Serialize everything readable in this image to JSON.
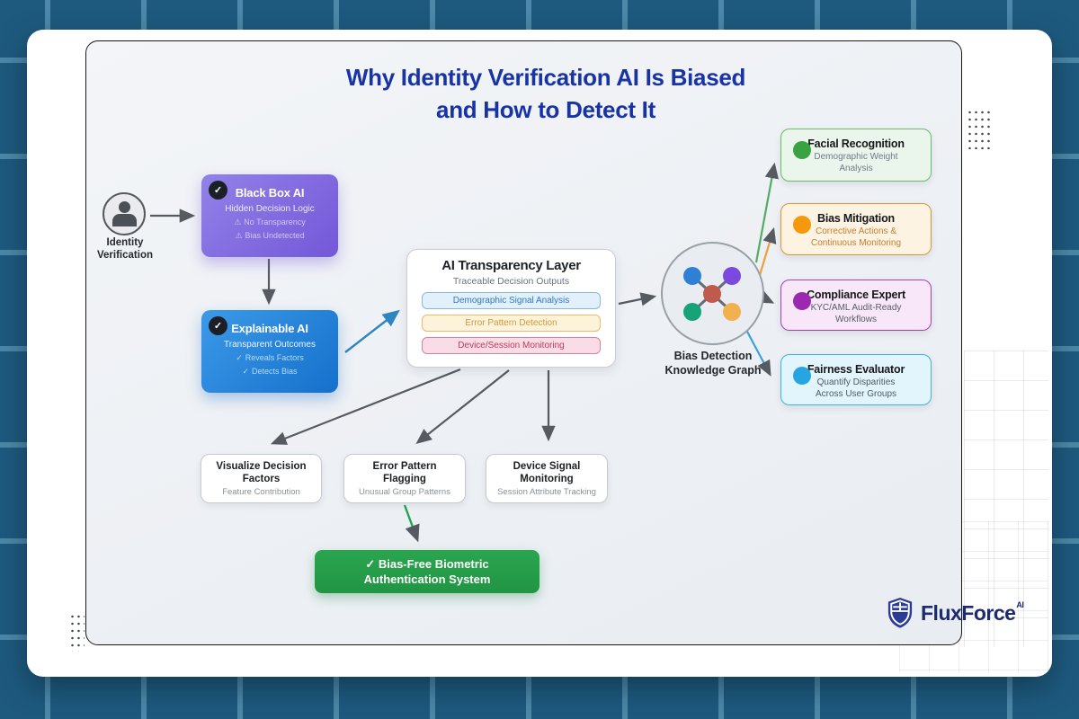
{
  "title": {
    "line1": "Why Identity Verification AI Is Biased",
    "line2": "and How to Detect It"
  },
  "person": {
    "label": "Identity Verification"
  },
  "black_box": {
    "badge_icon": "✓",
    "title": "Black Box AI",
    "subtitle": "Hidden Decision Logic",
    "warn_icon": "⚠",
    "items": [
      "No Transparency",
      "Bias Undetected"
    ]
  },
  "explainable": {
    "badge_icon": "✓",
    "title": "Explainable AI",
    "subtitle": "Transparent Outcomes",
    "check_icon": "✓",
    "items": [
      "Reveals Factors",
      "Detects Bias"
    ]
  },
  "transparency": {
    "title": "AI Transparency Layer",
    "subtitle": "Traceable Decision Outputs",
    "pills": [
      {
        "label": "Demographic Signal Analysis",
        "color": "#3079bd"
      },
      {
        "label": "Error Pattern Detection",
        "color": "#cf9a3d"
      },
      {
        "label": "Device/Session Monitoring",
        "color": "#bf3a55"
      }
    ]
  },
  "graph": {
    "label_line1": "Bias Detection",
    "label_line2": "Knowledge Graph",
    "nodes": {
      "center": "#c05a4c",
      "top_left": "#2e7fd6",
      "top_right": "#7b49dd",
      "bottom_left": "#16a377",
      "bottom_right": "#f2b04e"
    }
  },
  "outputs": [
    {
      "title": "Facial Recognition",
      "desc": "Demographic Weight Analysis",
      "dot_color": "#3aa341"
    },
    {
      "title": "Bias Mitigation",
      "desc": "Corrective Actions & Continuous Monitoring",
      "dot_color": "#f5980c"
    },
    {
      "title": "Compliance Expert",
      "desc": "KYC/AML Audit-Ready Workflows",
      "dot_color": "#9c27b0"
    },
    {
      "title": "Fairness Evaluator",
      "desc": "Quantify Disparities Across User Groups",
      "dot_color": "#27a5e2"
    }
  ],
  "tools": [
    {
      "title": "Visualize Decision Factors",
      "desc": "Feature Contribution"
    },
    {
      "title": "Error Pattern Flagging",
      "desc": "Unusual Group Patterns"
    },
    {
      "title": "Device Signal Monitoring",
      "desc": "Session Attribute Tracking"
    }
  ],
  "result": {
    "check_icon": "✓",
    "label": "Bias-Free Biometric Authentication System"
  },
  "logo": {
    "name": "FluxForce",
    "suffix": "AI"
  },
  "colors": {
    "background": "#1e5a7e",
    "grid_line": "#4d89a9",
    "title_text": "#1733a6",
    "black_box_gradient": [
      "#9282e8",
      "#7457d8"
    ],
    "explainable_gradient": [
      "#3d9ae8",
      "#1470cb"
    ],
    "result_green": "#27a04a",
    "logo_navy": "#1e2a6e"
  }
}
